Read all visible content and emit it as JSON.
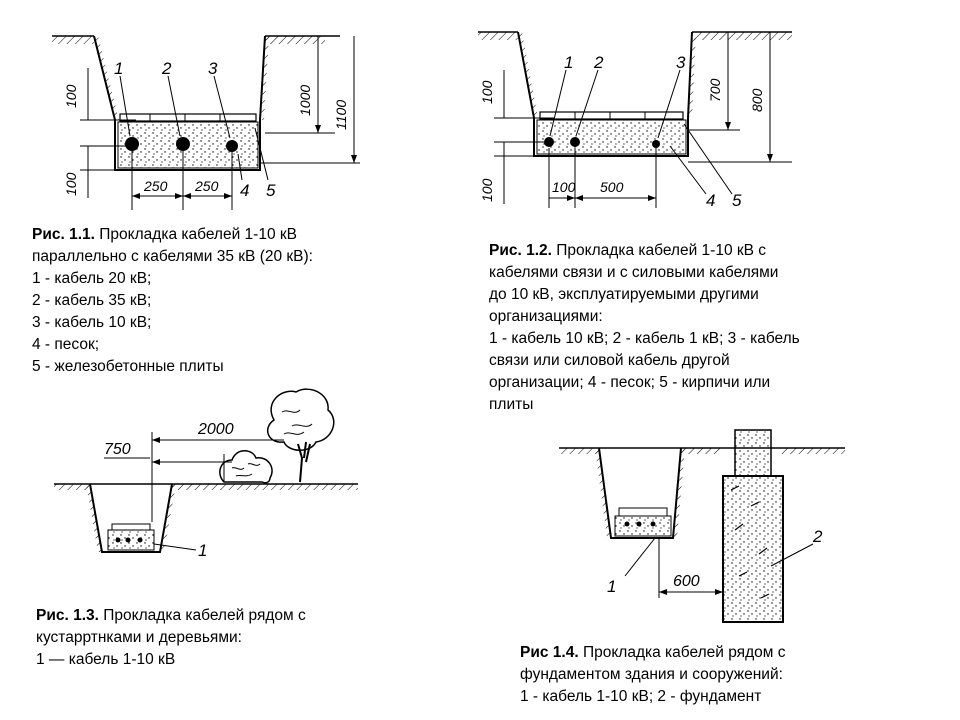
{
  "fig1": {
    "caption_ref": "Рис. 1.1.",
    "caption_title_lines": [
      " Прокладка кабелей 1-10 кВ",
      "параллельно с кабелями 35 кВ (20 кВ):"
    ],
    "legend": [
      "1 - кабель 20 кВ;",
      "2 - кабель 35 кВ;",
      "3 - кабель 10 кВ;",
      "4 - песок;",
      "5 - железобетонные плиты"
    ],
    "labels": {
      "n1": "1",
      "n2": "2",
      "n3": "3",
      "n4": "4",
      "n5": "5"
    },
    "dims": {
      "top": "100",
      "bottom": "100",
      "depth1": "1000",
      "depth2": "1100",
      "gap1": "250",
      "gap2": "250"
    }
  },
  "fig2": {
    "caption_ref": "Рис. 1.2.",
    "caption_title_lines": [
      " Прокладка кабелей 1-10 кВ с",
      "кабелями связи и с силовыми кабелями",
      "до 10 кВ, эксплуатируемыми другими",
      "организациями:"
    ],
    "legend": [
      "1 - кабель 10 кВ; 2 - кабель 1 кВ; 3 - кабель",
      "связи или силовой кабель другой",
      "организации; 4 - песок; 5 - кирпичи или",
      "плиты"
    ],
    "labels": {
      "n1": "1",
      "n2": "2",
      "n3": "3",
      "n4": "4",
      "n5": "5"
    },
    "dims": {
      "top": "100",
      "bottom": "100",
      "depth1": "700",
      "depth2": "800",
      "gap1": "100",
      "gap2": "500"
    }
  },
  "fig3": {
    "caption_ref": "Рис. 1.3.",
    "caption_title_lines": [
      " Прокладка кабелей рядом с",
      "кустарртнками и деревьями:"
    ],
    "legend": [
      "1 — кабель 1-10 кВ"
    ],
    "labels": {
      "n1": "1"
    },
    "dims": {
      "shrub": "750",
      "tree": "2000"
    }
  },
  "fig4": {
    "caption_ref": "Рис 1.4.",
    "caption_title_lines": [
      " Прокладка кабелей рядом с",
      "фундаментом здания и сооружений:"
    ],
    "legend": [
      "1 - кабель 1-10 кВ; 2 - фундамент"
    ],
    "labels": {
      "n1": "1",
      "n2": "2"
    },
    "dims": {
      "distance": "600"
    }
  }
}
